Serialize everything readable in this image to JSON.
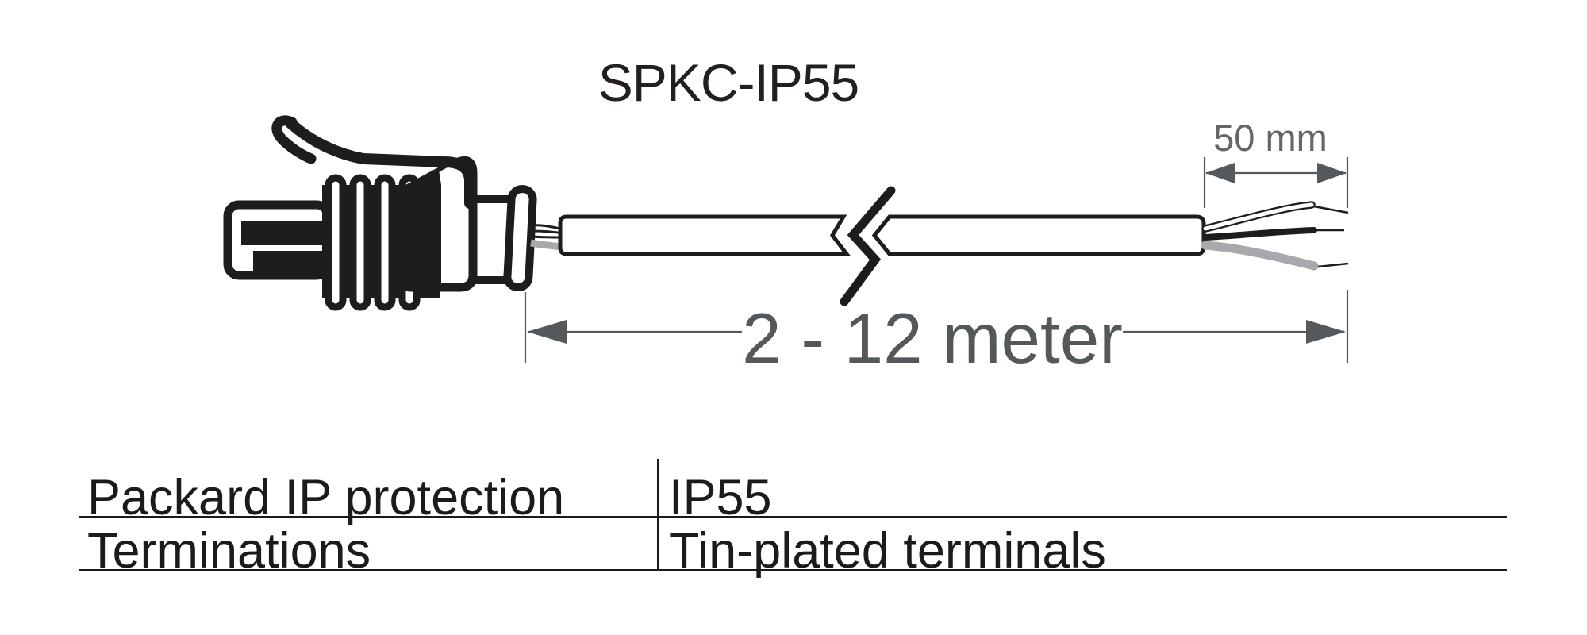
{
  "title": "SPKC-IP55",
  "diagram": {
    "cable_length_label": "2 - 12 meter",
    "strip_length_label": "50 mm",
    "colors": {
      "artwork_line": "#1d1d1f",
      "wire_gray": "#a7a9ac",
      "dimension_line": "#55595c",
      "dimension_text_small": "#63676a",
      "dimension_text_big": "#53585b"
    }
  },
  "table": {
    "rows": [
      {
        "label": "Packard IP protection",
        "value": "IP55"
      },
      {
        "label": "Terminations",
        "value": "Tin-plated terminals"
      }
    ]
  }
}
